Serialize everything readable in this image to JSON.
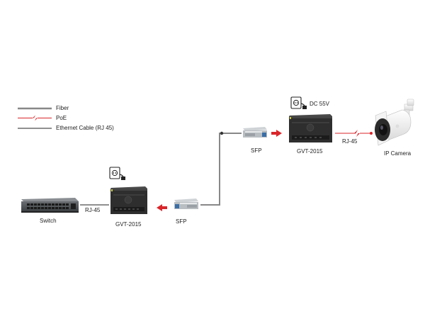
{
  "legend": {
    "fiber": "Fiber",
    "poe": "PoE",
    "ethernet": "Ethernet Cable (RJ 45)"
  },
  "nodes": {
    "switch": "Switch",
    "rj45_left": "RJ-45",
    "gvt_left": "GVT-2015",
    "sfp_left": "SFP",
    "sfp_right": "SFP",
    "gvt_right": "GVT-2015",
    "rj45_right": "RJ-45",
    "ip_camera": "IP Camera",
    "dc_power": "DC 55V"
  },
  "colors": {
    "fiber": "#888888",
    "poe": "#d9262b",
    "ethernet": "#222222",
    "arrow": "#d9262b",
    "device": "#2e2e2e"
  }
}
